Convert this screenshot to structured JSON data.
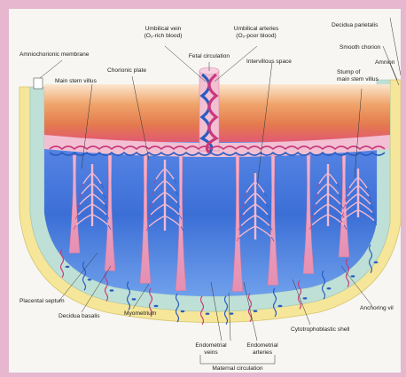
{
  "colors": {
    "frame": "#e7b6cf",
    "plate_top": "#e98a54",
    "plate_bottom": "#f4d2a8",
    "membrane": "#f2bfd3",
    "intervillous": "#3f74d8",
    "decidua_basalis": "#bfe0d6",
    "myometrium": "#f5e69a",
    "artery": "#c93a7c",
    "vein": "#2a5bbf"
  },
  "diagram": {
    "labels": {
      "umbilical_vein": "Umbilical vein",
      "umbilical_vein_sub": "(O₂-rich blood)",
      "umbilical_arteries": "Umbilical arteries",
      "umbilical_arteries_sub": "(O₂-poor blood)",
      "decidua_parietalis": "Decidua parietalis",
      "amniochorionic_membrane": "Amniochorionic membrane",
      "fetal_circulation": "Fetal circulation",
      "smooth_chorion": "Smooth chorion",
      "amnion": "Amnion",
      "chorionic_plate": "Chorionic plate",
      "intervillous_space": "Intervillous space",
      "main_stem_villus": "Main stem villus",
      "stump_of": "Stump of",
      "stump_of_main_stem_villus": "main stem villus",
      "placental_septum": "Placental septum",
      "anchoring_villus": "Anchoring vil",
      "decidua_basalis": "Decidua basalis",
      "myometrium": "Myometrium",
      "cytotrophoblastic_shell": "Cytotrophoblastic shell",
      "endometrial_veins": "Endometrial",
      "endometrial_veins_2": "veins",
      "endometrial_arteries": "Endometrial",
      "endometrial_arteries_2": "arteries",
      "maternal_circulation": "Maternal circulation"
    }
  }
}
